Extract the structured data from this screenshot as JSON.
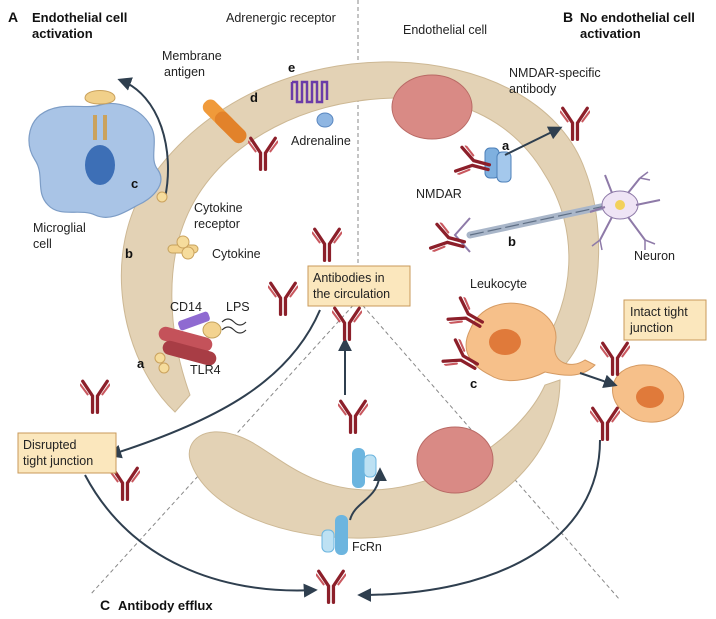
{
  "panels": {
    "a": {
      "letter": "A",
      "title_line1": "Endothelial cell",
      "title_line2": "activation"
    },
    "b": {
      "letter": "B",
      "title_line1": "No endothelial cell",
      "title_line2": "activation"
    },
    "c": {
      "letter": "C",
      "title": "Antibody efflux"
    }
  },
  "labels": {
    "adrenergic_receptor": "Adrenergic receptor",
    "endothelial_cell": "Endothelial cell",
    "membrane_antigen_1": "Membrane",
    "membrane_antigen_2": "antigen",
    "adrenaline": "Adrenaline",
    "nmdar_antibody_1": "NMDAR-specific",
    "nmdar_antibody_2": "antibody",
    "nmdar": "NMDAR",
    "microglial_1": "Microglial",
    "microglial_2": "cell",
    "cytokine_receptor_1": "Cytokine",
    "cytokine_receptor_2": "receptor",
    "cytokine": "Cytokine",
    "neuron": "Neuron",
    "cd14": "CD14",
    "lps": "LPS",
    "tlr4": "TLR4",
    "leukocyte": "Leukocyte",
    "fcrn": "FcRn"
  },
  "boxes": {
    "antibodies_circ_1": "Antibodies in",
    "antibodies_circ_2": "the circulation",
    "intact_1": "Intact tight",
    "intact_2": "junction",
    "disrupted_1": "Disrupted",
    "disrupted_2": "tight junction"
  },
  "step_letters": {
    "a": "a",
    "b": "b",
    "c": "c",
    "d": "d",
    "e": "e"
  },
  "colors": {
    "endothelium": "#e3d2b5",
    "nucleus": "#d98a85",
    "antibody": "#8c1f2a",
    "arrow": "#2f3f4f",
    "label_box": "#fbe7bd"
  }
}
